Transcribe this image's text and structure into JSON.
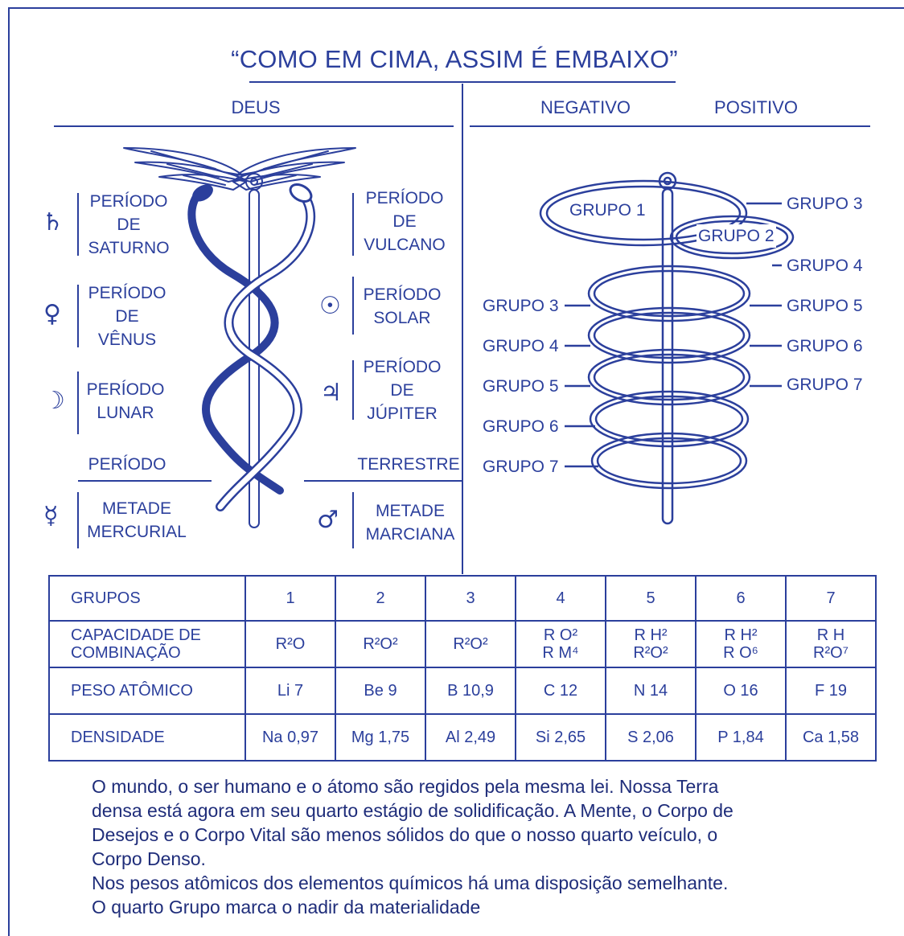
{
  "title": "“COMO EM CIMA, ASSIM É EMBAIXO”",
  "left_panel": {
    "heading": "DEUS",
    "left_periods": [
      {
        "symbol": "♄",
        "icon": "saturn-icon",
        "lines": [
          "PERÍODO",
          "DE",
          "SATURNO"
        ]
      },
      {
        "symbol": "♀",
        "icon": "venus-icon",
        "lines": [
          "PERÍODO",
          "DE",
          "VÊNUS"
        ]
      },
      {
        "symbol": "☽",
        "icon": "moon-icon",
        "lines": [
          "PERÍODO",
          "LUNAR"
        ]
      }
    ],
    "right_periods": [
      {
        "symbol": "",
        "icon": "vulcan",
        "lines": [
          "PERÍODO",
          "DE",
          "VULCANO"
        ]
      },
      {
        "symbol": "☉",
        "icon": "sun-icon",
        "lines": [
          "PERÍODO",
          "SOLAR"
        ]
      },
      {
        "symbol": "♃",
        "icon": "jupiter-icon",
        "lines": [
          "PERÍODO",
          "DE",
          "JÚPITER"
        ]
      }
    ],
    "earth_left": "PERÍODO",
    "earth_right": "TERRESTRE",
    "bottom_left": {
      "symbol": "☿",
      "icon": "mercury-icon",
      "lines": [
        "METADE",
        "MERCURIAL"
      ]
    },
    "bottom_right": {
      "symbol": "♂",
      "icon": "mars-icon",
      "lines": [
        "METADE",
        "MARCIANA"
      ]
    }
  },
  "right_panel": {
    "heading_negative": "NEGATIVO",
    "heading_positive": "POSITIVO",
    "loop_labels": [
      "GRUPO 1",
      "GRUPO 2"
    ],
    "left_labels": [
      "GRUPO 3",
      "GRUPO 4",
      "GRUPO 5",
      "GRUPO 6",
      "GRUPO 7"
    ],
    "right_labels": [
      "GRUPO 3",
      "GRUPO 4",
      "GRUPO 5",
      "GRUPO 6",
      "GRUPO 7"
    ]
  },
  "table": {
    "rows": [
      {
        "header": [
          "GRUPOS"
        ],
        "cells": [
          [
            "1"
          ],
          [
            "2"
          ],
          [
            "3"
          ],
          [
            "4"
          ],
          [
            "5"
          ],
          [
            "6"
          ],
          [
            "7"
          ]
        ]
      },
      {
        "header": [
          "CAPACIDADE DE",
          "COMBINAÇÃO"
        ],
        "cells": [
          [
            "R²O"
          ],
          [
            "R²O²"
          ],
          [
            "R²O²"
          ],
          [
            "R O²",
            "R M⁴"
          ],
          [
            "R H²",
            "R²O²"
          ],
          [
            "R H²",
            "R O⁶"
          ],
          [
            "R H",
            "R²O⁷"
          ]
        ]
      },
      {
        "header": [
          "PESO ATÔMICO"
        ],
        "cells": [
          [
            "Li 7"
          ],
          [
            "Be 9"
          ],
          [
            "B 10,9"
          ],
          [
            "C 12"
          ],
          [
            "N 14"
          ],
          [
            "O 16"
          ],
          [
            "F 19"
          ]
        ]
      },
      {
        "header": [
          "DENSIDADE"
        ],
        "cells": [
          [
            "Na 0,97"
          ],
          [
            "Mg 1,75"
          ],
          [
            "Al 2,49"
          ],
          [
            "Si 2,65"
          ],
          [
            "S 2,06"
          ],
          [
            "P 1,84"
          ],
          [
            "Ca 1,58"
          ]
        ]
      }
    ]
  },
  "paragraph": [
    "O mundo, o ser humano e o átomo são regidos pela mesma lei. Nossa Terra",
    "densa está agora em seu quarto estágio de solidificação. A Mente, o Corpo de",
    "Desejos e o Corpo Vital são menos sólidos do que o nosso quarto veículo, o",
    "Corpo Denso.",
    "Nos pesos atômicos dos elementos químicos há uma disposição semelhante.",
    "O quarto Grupo marca o nadir da materialidade"
  ],
  "colors": {
    "ink": "#2b3f9c",
    "text": "#1f2d7a"
  }
}
